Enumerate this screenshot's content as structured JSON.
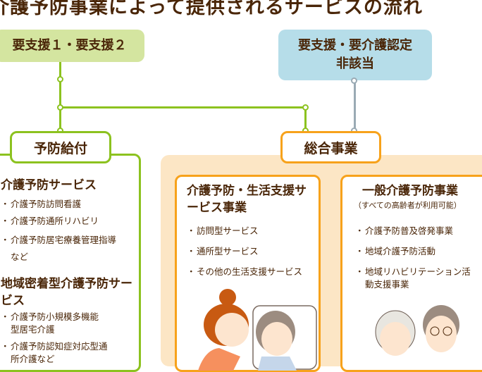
{
  "title": "介護予防事業によって提供されるサービスの流れ",
  "top_boxes": {
    "support": "要支援１・要支援２",
    "ineligible_line1": "要支援・要介護認定",
    "ineligible_line2": "非該当"
  },
  "labels": {
    "yobo_kyufu": "予防給付",
    "sogo_jigyo": "総合事業"
  },
  "left_panel": {
    "section1_title": "介護予防サービス",
    "section1_items": [
      "介護予防訪問看護",
      "介護予防通所リハビリ",
      "介護予防居宅療養管理指導など"
    ],
    "section2_title": "地域密着型介護予防サービス",
    "section2_items": [
      "介護予防小規模多機能型居宅介護",
      "介護予防認知症対応型通所介護など"
    ]
  },
  "card1": {
    "title": "介護予防・生活支援サービス事業",
    "items": [
      "訪問型サービス",
      "通所型サービス",
      "その他の生活支援サービス"
    ]
  },
  "card2": {
    "title": "一般介護予防事業",
    "subtitle": "（すべての高齢者が利用可能）",
    "items": [
      "介護予防普及啓発事業",
      "地域介護予防活動",
      "地域リハビリテーション活動支援事業"
    ]
  },
  "colors": {
    "text": "#4a2608",
    "green": "#8cc21f",
    "orange": "#f7a21b",
    "green_box": "#d4e5a0",
    "blue_box": "#b6dde9",
    "peach": "#fce6c5"
  }
}
